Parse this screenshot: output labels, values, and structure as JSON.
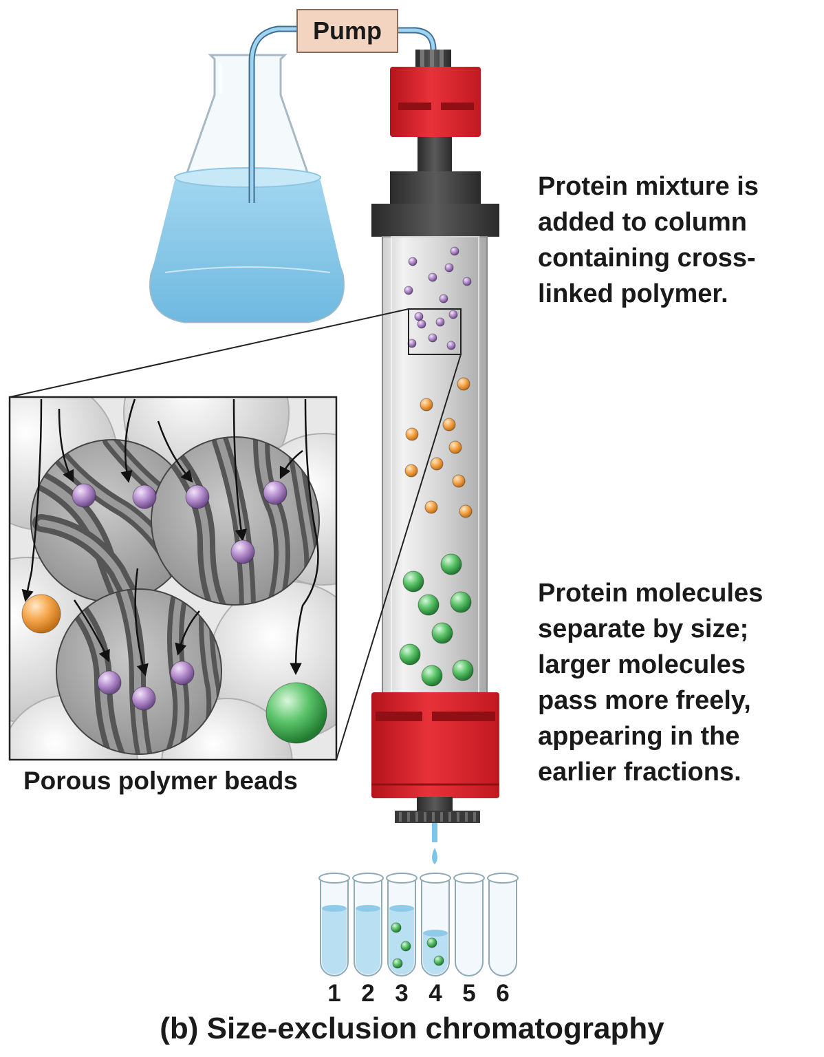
{
  "pump": {
    "label": "Pump"
  },
  "column_description": {
    "top_lines": [
      "Protein mixture is",
      "added to column",
      "containing cross-",
      "linked polymer."
    ],
    "bottom_lines": [
      "Protein molecules",
      "separate by size;",
      "larger molecules",
      "pass more freely,",
      "appearing in the",
      "earlier fractions."
    ]
  },
  "inset": {
    "caption": "Porous polymer beads"
  },
  "tubes": {
    "labels": [
      "1",
      "2",
      "3",
      "4",
      "5",
      "6"
    ]
  },
  "figure": {
    "caption": "(b)  Size-exclusion chromatography"
  },
  "colors": {
    "column_cap": "#d9242b",
    "small_protein": "#b890d0",
    "medium_protein": "#f6a94f",
    "large_protein": "#5cc46a",
    "buffer": "#a8d8ee",
    "pump_box": "#f2d4c0"
  }
}
